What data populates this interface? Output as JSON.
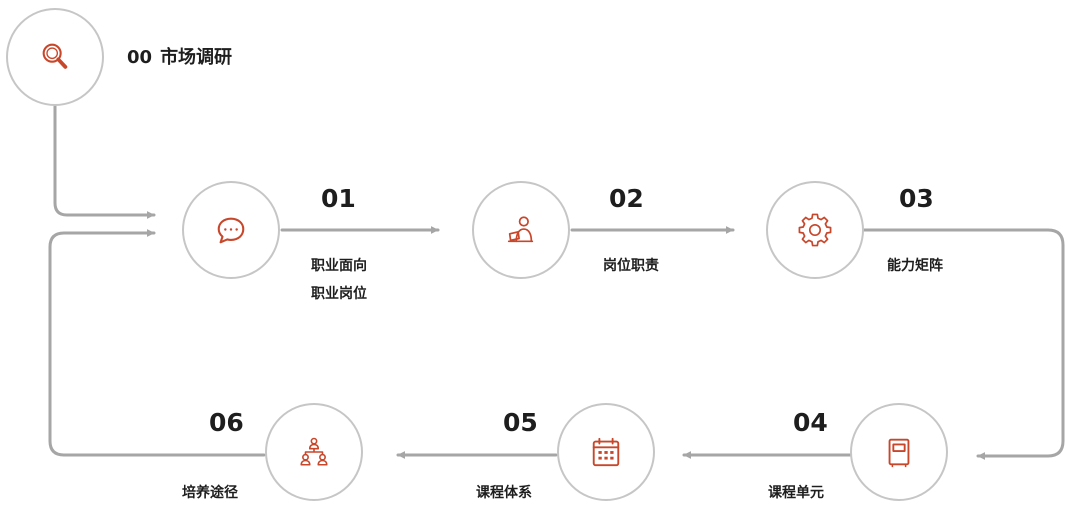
{
  "colors": {
    "accent": "#c8472b",
    "line": "#a6a6a6",
    "circle_border": "#c6c6c6",
    "text": "#1e1e1e"
  },
  "steps": [
    {
      "num": "00",
      "title": "市场调研",
      "icon": "magnifier-icon"
    },
    {
      "num": "01",
      "lines": [
        "职业面向",
        "职业岗位"
      ],
      "icon": "chat-bubble-icon"
    },
    {
      "num": "02",
      "lines": [
        "岗位职责"
      ],
      "icon": "person-at-desk-icon"
    },
    {
      "num": "03",
      "lines": [
        "能力矩阵"
      ],
      "icon": "gear-icon"
    },
    {
      "num": "04",
      "lines": [
        "课程单元"
      ],
      "icon": "notebook-icon"
    },
    {
      "num": "05",
      "lines": [
        "课程体系"
      ],
      "icon": "calendar-icon"
    },
    {
      "num": "06",
      "lines": [
        "培养途径"
      ],
      "icon": "org-hierarchy-icon"
    }
  ]
}
